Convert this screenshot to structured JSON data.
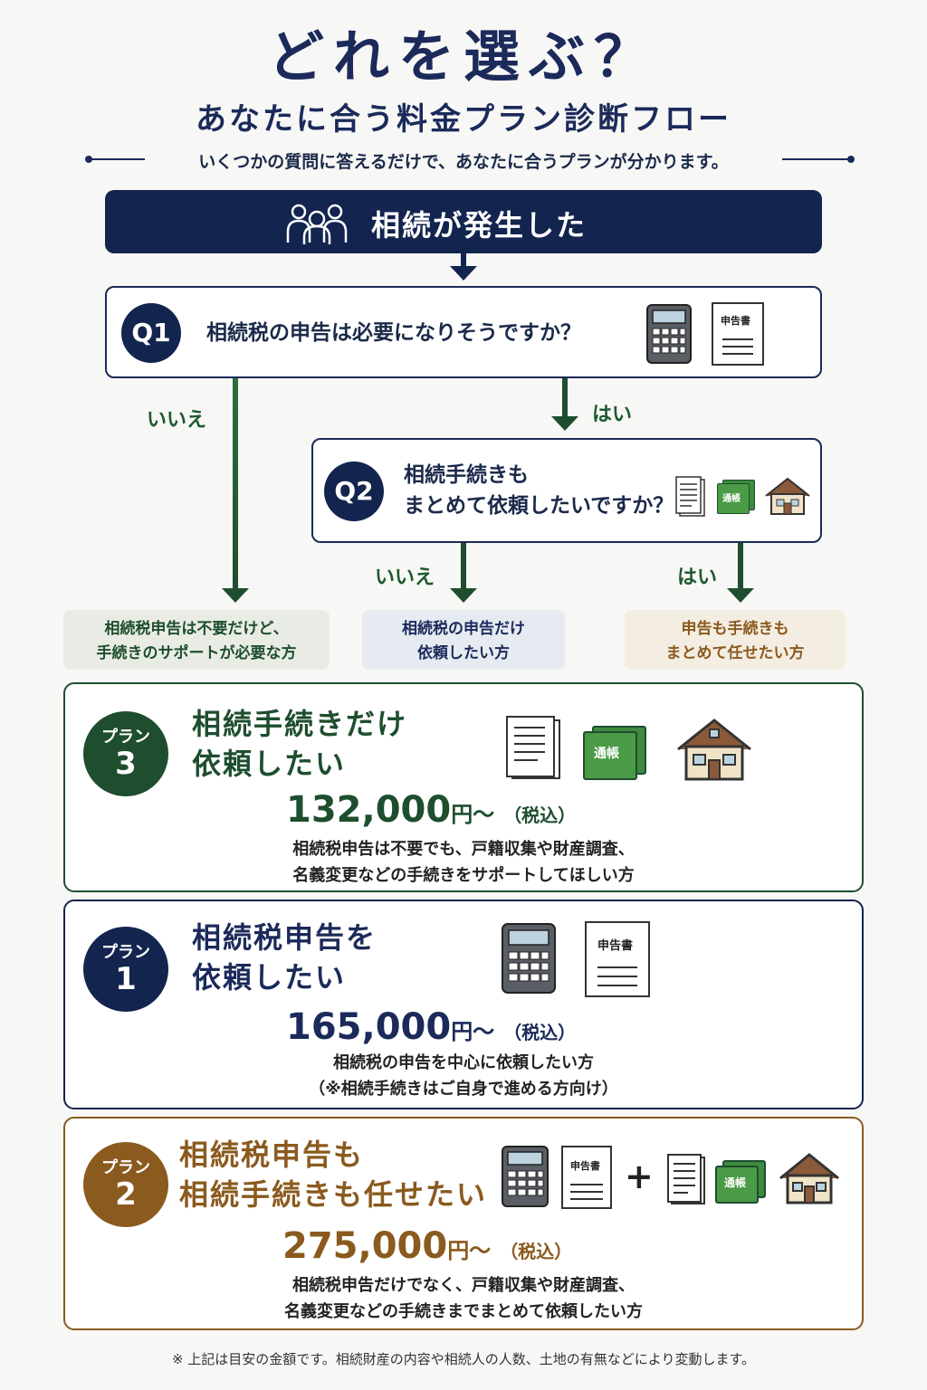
{
  "header": {
    "title": "どれを選ぶ？",
    "subtitle": "あなたに合う料金プラン診断フロー",
    "lead": "いくつかの質問に答えるだけで、あなたに合うプランが分かります。"
  },
  "start": {
    "label": "相続が発生した",
    "icon": "family-icon"
  },
  "q1": {
    "badge": "Q1",
    "text": "相続税の申告は必要になりそうですか？",
    "doc_label": "申告書"
  },
  "q2": {
    "badge": "Q2",
    "line1": "相続手続きも",
    "line2": "まとめて依頼したいですか？",
    "bankbook_label": "通帳"
  },
  "branches": {
    "q1_no": "いいえ",
    "q1_yes": "はい",
    "q2_no": "いいえ",
    "q2_yes": "はい"
  },
  "tags": [
    {
      "line1": "相続税申告は不要だけど、",
      "line2": "手続きのサポートが必要な方"
    },
    {
      "line1": "相続税の申告だけ",
      "line2": "依頼したい方"
    },
    {
      "line1": "申告も手続きも",
      "line2": "まとめて任せたい方"
    }
  ],
  "plans": [
    {
      "badge_label": "プラン",
      "badge_num": "3",
      "title1": "相続手続きだけ",
      "title2": "依頼したい",
      "price": "132,000",
      "yen": "円～",
      "tax": "（税込）",
      "desc1": "相続税申告は不要でも、戸籍収集や財産調査、",
      "desc2": "名義変更などの手続きをサポートしてほしい方",
      "color": "#1e4e2e"
    },
    {
      "badge_label": "プラン",
      "badge_num": "1",
      "title1": "相続税申告を",
      "title2": "依頼したい",
      "price": "165,000",
      "yen": "円～",
      "tax": "（税込）",
      "desc1": "相続税の申告を中心に依頼したい方",
      "desc2": "（※相続手続きはご自身で進める方向け）",
      "color": "#13244f"
    },
    {
      "badge_label": "プラン",
      "badge_num": "2",
      "title1": "相続税申告も",
      "title2": "相続手続きも任せたい",
      "price": "275,000",
      "yen": "円～",
      "tax": "（税込）",
      "desc1": "相続税申告だけでなく、戸籍収集や財産調査、",
      "desc2": "名義変更などの手続きまでまとめて依頼したい方",
      "color": "#8a5a1e"
    }
  ],
  "plus": "+",
  "footnote": "※  上記は目安の金額です。相続財産の内容や相続人の人数、土地の有無などにより変動します。"
}
